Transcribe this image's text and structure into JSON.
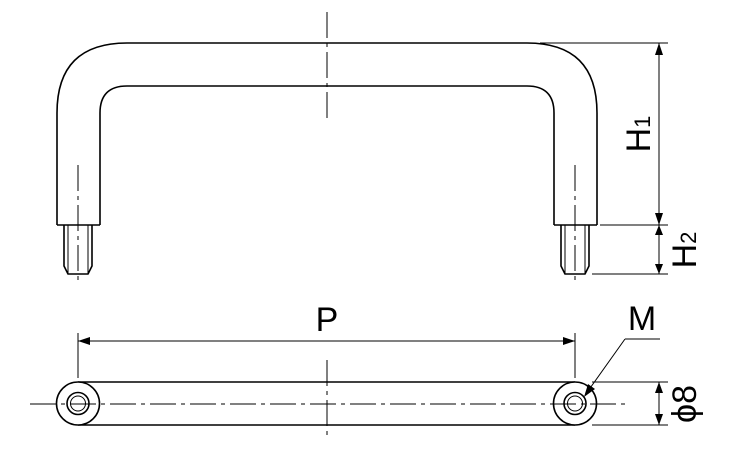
{
  "drawing": {
    "dimensions": {
      "height_total": {
        "symbol": "H",
        "subscript": "1"
      },
      "height_thread": {
        "symbol": "H",
        "subscript": "2"
      },
      "pitch": "P",
      "thread": "M",
      "bar_diameter": "ϕ8"
    },
    "colors": {
      "line": "#000000",
      "background": "#ffffff"
    }
  }
}
